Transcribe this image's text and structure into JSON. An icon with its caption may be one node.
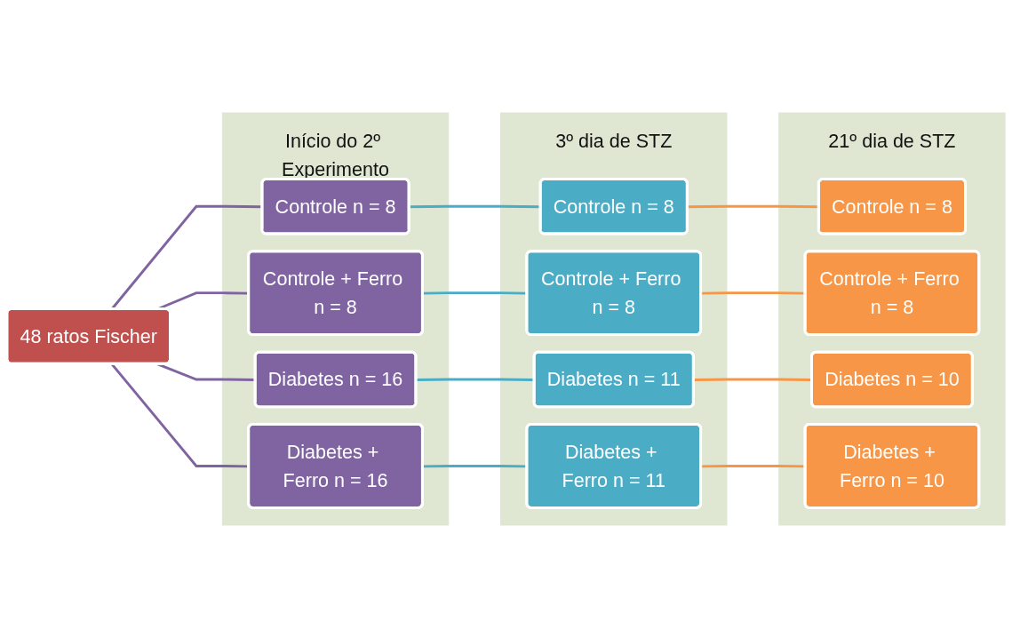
{
  "diagram": {
    "nodes": [
      {
        "text": [
          "48 ratos Fischer"
        ]
      },
      {
        "text": [
          "Início do 2º Experimento"
        ]
      },
      {
        "text": [
          "Controle n = 8"
        ],
        "in": 1
      },
      {
        "text": [
          "Controle + Ferro n = 8"
        ],
        "in": 1
      },
      {
        "text": [
          "Diabetes n = 16"
        ],
        "in": 1
      },
      {
        "text": [
          "Diabetes + Ferro n = 16"
        ],
        "in": 1
      },
      {
        "text": [
          "3º dia de STZ"
        ]
      },
      {
        "text": [
          "Controle n = 8"
        ],
        "in": 6
      },
      {
        "text": [
          "Controle + Ferro n = 8"
        ],
        "in": 6
      },
      {
        "text": [
          "Diabetes n = 11"
        ],
        "in": 6
      },
      {
        "text": [
          "Diabetes + Ferro n = 11"
        ],
        "in": 6
      },
      {
        "text": [
          "21º dia de STZ"
        ]
      },
      {
        "text": [
          "Controle n = 8"
        ],
        "in": 11
      },
      {
        "text": [
          "Controle + Ferro n = 8"
        ],
        "in": 11
      },
      {
        "text": [
          "Diabetes n = 10"
        ],
        "in": 11
      },
      {
        "text": [
          "Diabetes + Ferro n = 10"
        ],
        "in": 11
      }
    ],
    "edges": [
      {
        "from": 0,
        "to": 2,
        "arrow": "none",
        "color": "#8064a2"
      },
      {
        "from": 0,
        "to": 3,
        "arrow": "none",
        "color": "#8064a2"
      },
      {
        "from": 0,
        "to": 4,
        "arrow": "none",
        "color": "#8064a2"
      },
      {
        "from": 0,
        "to": 5,
        "arrow": "none",
        "color": "#8064a2"
      },
      {
        "from": 2,
        "to": 7,
        "arrow": "none",
        "color": "#4bacc6"
      },
      {
        "from": 3,
        "to": 8,
        "arrow": "none",
        "color": "#4bacc6"
      },
      {
        "from": 4,
        "to": 9,
        "arrow": "none",
        "color": "#4bacc6"
      },
      {
        "from": 5,
        "to": 10,
        "arrow": "none",
        "color": "#4bacc6"
      },
      {
        "from": 7,
        "to": 12,
        "arrow": "none",
        "color": "#f79646"
      },
      {
        "from": 8,
        "to": 13,
        "arrow": "none",
        "color": "#f79646"
      },
      {
        "from": 9,
        "to": 14,
        "arrow": "none",
        "color": "#f79646"
      },
      {
        "from": 10,
        "to": 15,
        "arrow": "none",
        "color": "#f79646"
      }
    ]
  }
}
